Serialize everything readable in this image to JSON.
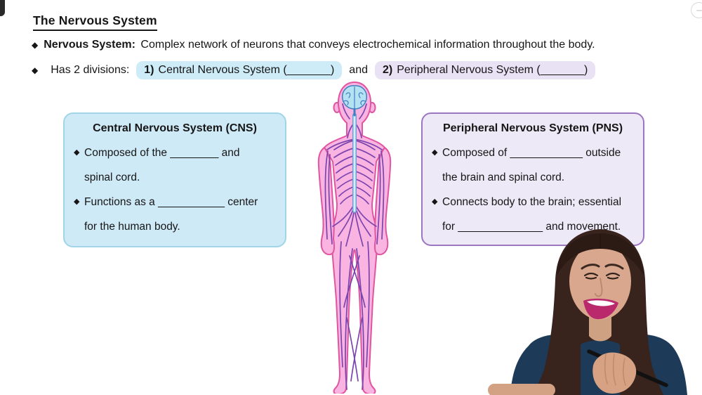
{
  "slide": {
    "title": "The Nervous System",
    "bullet_glyph": "◆",
    "intro": {
      "label": "Nervous System:",
      "text": "Complex network of neurons that conveys electrochemical information throughout the body."
    },
    "divisions": {
      "prefix": "Has 2 divisions:",
      "item1_num": "1)",
      "item1_text": "Central Nervous System (_______)",
      "conjunction": "and",
      "item2_num": "2)",
      "item2_text": "Peripheral Nervous System (_______)"
    }
  },
  "cns_box": {
    "title": "Central Nervous System (CNS)",
    "bullet1_line1": "Composed of the ________ and",
    "bullet1_line2": "spinal cord.",
    "bullet2_line1": "Functions as a ___________ center",
    "bullet2_line2": "for the human body."
  },
  "pns_box": {
    "title": "Peripheral Nervous System (PNS)",
    "bullet1_line1": "Composed of ____________ outside",
    "bullet1_line2": "the brain and spinal cord.",
    "bullet2_line1": "Connects body to the brain; essential",
    "bullet2_line2": "for ______________ and movement."
  },
  "colors": {
    "cns_box_fill": "#cfeaf7",
    "cns_box_border": "#a2d4e8",
    "pns_box_fill": "#eee9f7",
    "pns_box_border": "#9d76c2",
    "cns_highlight": "#cdecf8",
    "pns_highlight": "#e9e2f5",
    "body_pink": "#f9b4e1",
    "body_outline": "#e0559f",
    "nerve_purple": "#7b44ae",
    "brain_blue": "#b5e2f3",
    "spine_blue": "#6d9fd4",
    "text": "#161616"
  }
}
